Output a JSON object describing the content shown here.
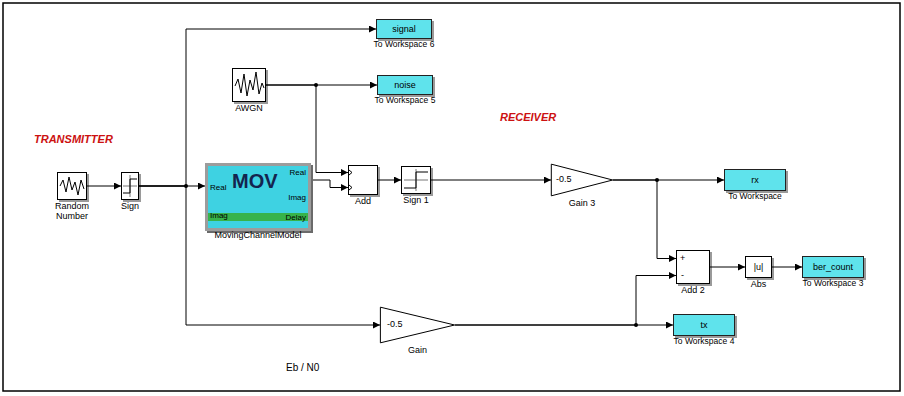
{
  "diagram": {
    "nodes": [
      {
        "text": [
          "signal",
          "To Workspace 6"
        ]
      },
      {
        "text": [
          "noise",
          "To Workspace 5"
        ]
      },
      {
        "text": [
          "AWGN"
        ]
      },
      {
        "text": [
          "Random Number"
        ]
      },
      {
        "text": [
          "Sign"
        ]
      },
      {
        "text": [
          "MOV",
          "Real",
          "Imag",
          "Real",
          "Imag",
          "Delay",
          "MovingChannelModel"
        ]
      },
      {
        "text": [
          "Add"
        ]
      },
      {
        "text": [
          "Sign 1"
        ]
      },
      {
        "text": [
          "-0.5",
          "Gain 3"
        ]
      },
      {
        "text": [
          "rx",
          "To Workspace"
        ]
      },
      {
        "text": [
          "+",
          "-",
          "Add 2"
        ]
      },
      {
        "text": [
          "|u|",
          "Abs"
        ]
      },
      {
        "text": [
          "ber_count",
          "To Workspace 3"
        ]
      },
      {
        "text": [
          "-0.5",
          "Gain"
        ]
      },
      {
        "text": [
          "tx",
          "To Workspace 4"
        ]
      }
    ],
    "edges": [
      {
        "from": 3,
        "to": 4,
        "arrow": "to"
      },
      {
        "from": 4,
        "to": 0,
        "arrow": "to"
      },
      {
        "from": 4,
        "to": 5,
        "arrow": "to"
      },
      {
        "from": 4,
        "to": 13,
        "arrow": "to"
      },
      {
        "from": 2,
        "to": 1,
        "arrow": "to"
      },
      {
        "from": 2,
        "to": 6,
        "arrow": "to"
      },
      {
        "from": 5,
        "to": 6,
        "arrow": "to"
      },
      {
        "from": 6,
        "to": 7,
        "arrow": "to"
      },
      {
        "from": 7,
        "to": 8,
        "arrow": "to"
      },
      {
        "from": 8,
        "to": 9,
        "arrow": "to"
      },
      {
        "from": 8,
        "to": 10,
        "arrow": "to"
      },
      {
        "from": 13,
        "to": 10,
        "arrow": "to"
      },
      {
        "from": 13,
        "to": 14,
        "arrow": "to"
      },
      {
        "from": 10,
        "to": 11,
        "arrow": "to"
      },
      {
        "from": 11,
        "to": 12,
        "arrow": "to"
      }
    ],
    "labels": [
      "TRANSMITTER",
      "RECEIVER",
      "Eb / N0"
    ]
  }
}
